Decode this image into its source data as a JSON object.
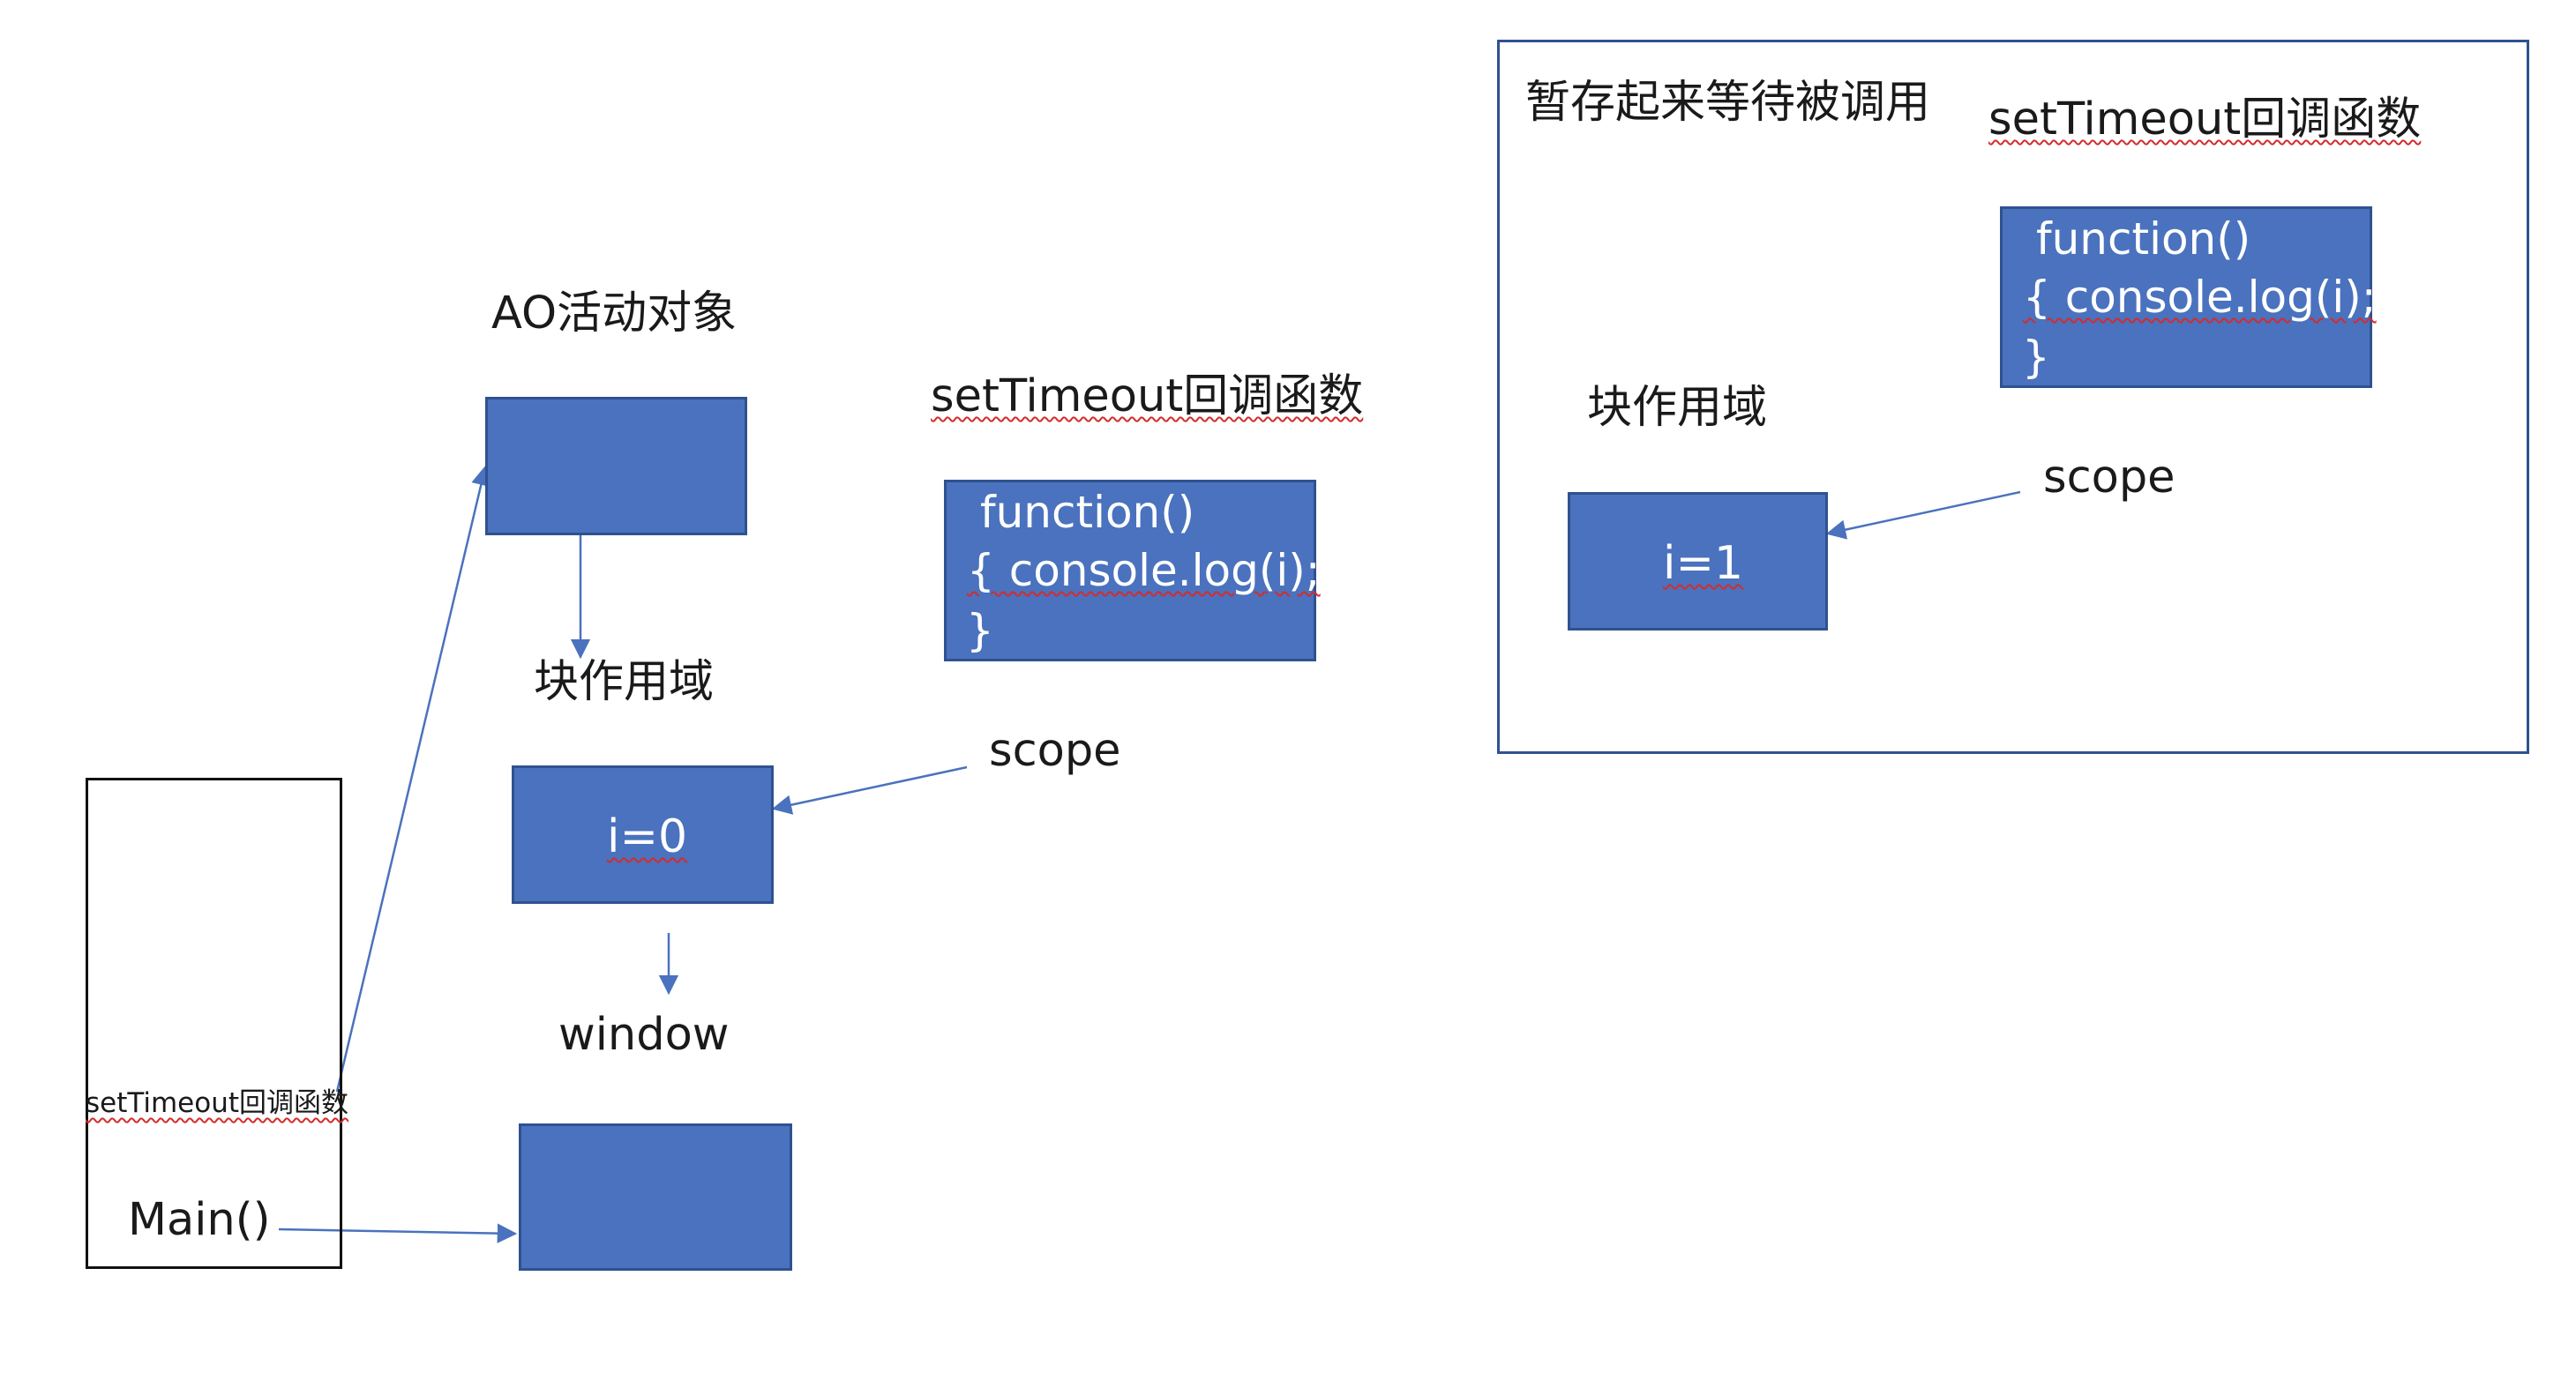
{
  "stack": {
    "callback_label": "setTimeout回调函数",
    "main_label": "Main()"
  },
  "ao": {
    "title": "AO活动对象"
  },
  "block": {
    "title": "块作用域",
    "var": "i=0"
  },
  "window": {
    "title": "window"
  },
  "callback": {
    "title": "setTimeout回调函数",
    "line1": "function()",
    "line2": "{ console.log(i);",
    "line3": "}",
    "scope_label": "scope"
  },
  "pending": {
    "title": "暂存起来等待被调用",
    "callback_title": "setTimeout回调函数",
    "line1": "function()",
    "line2": "{ console.log(i);",
    "line3": "}",
    "block_title": "块作用域",
    "var": "i=1",
    "scope_label": "scope"
  },
  "colors": {
    "box_fill": "#4a72be",
    "box_border": "#2f528f",
    "arrow": "#4a72be",
    "frame": "#2f528f",
    "spellcheck": "#d42c2c"
  }
}
